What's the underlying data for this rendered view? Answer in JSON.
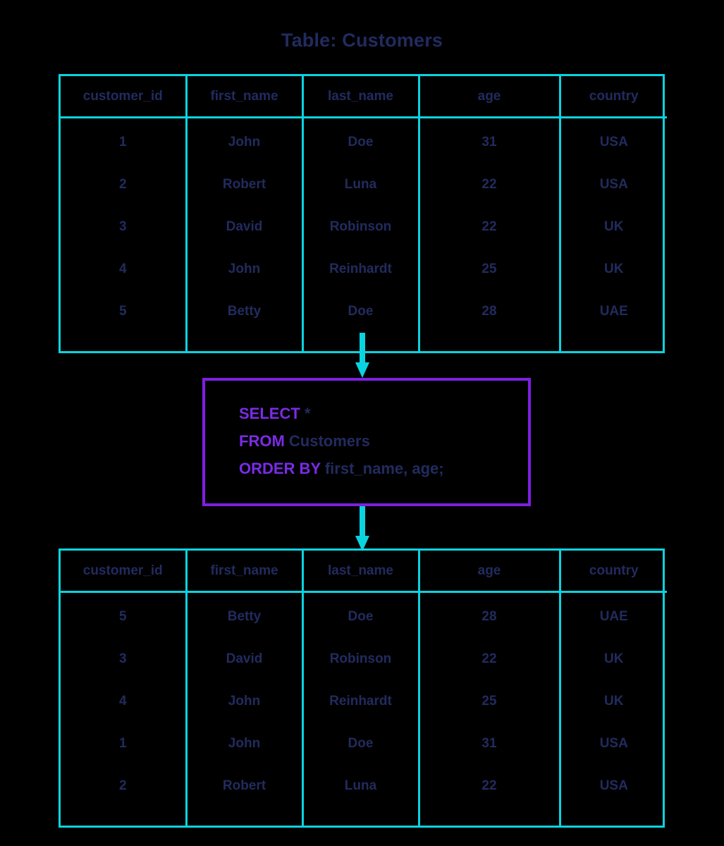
{
  "title": "Table: Customers",
  "colors": {
    "background": "#000000",
    "table_border": "#0ad3e0",
    "text": "#222b5e",
    "keyword": "#7b2be8",
    "query_border": "#7e1fe2",
    "arrow": "#0ad3e0"
  },
  "source_table": {
    "name": "Customers",
    "columns": [
      "customer_id",
      "first_name",
      "last_name",
      "age",
      "country"
    ],
    "rows": [
      [
        "1",
        "John",
        "Doe",
        "31",
        "USA"
      ],
      [
        "2",
        "Robert",
        "Luna",
        "22",
        "USA"
      ],
      [
        "3",
        "David",
        "Robinson",
        "22",
        "UK"
      ],
      [
        "4",
        "John",
        "Reinhardt",
        "25",
        "UK"
      ],
      [
        "5",
        "Betty",
        "Doe",
        "28",
        "UAE"
      ]
    ]
  },
  "query": {
    "lines": [
      {
        "keyword": "SELECT",
        "rest": " *"
      },
      {
        "keyword": "FROM",
        "rest": " Customers"
      },
      {
        "keyword": "ORDER BY",
        "rest": " first_name, age;"
      }
    ],
    "full_text": "SELECT * FROM Customers ORDER BY first_name, age;"
  },
  "result_table": {
    "columns": [
      "customer_id",
      "first_name",
      "last_name",
      "age",
      "country"
    ],
    "rows": [
      [
        "5",
        "Betty",
        "Doe",
        "28",
        "UAE"
      ],
      [
        "3",
        "David",
        "Robinson",
        "22",
        "UK"
      ],
      [
        "4",
        "John",
        "Reinhardt",
        "25",
        "UK"
      ],
      [
        "1",
        "John",
        "Doe",
        "31",
        "USA"
      ],
      [
        "2",
        "Robert",
        "Luna",
        "22",
        "USA"
      ]
    ]
  },
  "arrows": [
    {
      "name": "arrow-source-to-query",
      "direction": "down"
    },
    {
      "name": "arrow-query-to-result",
      "direction": "down"
    }
  ]
}
